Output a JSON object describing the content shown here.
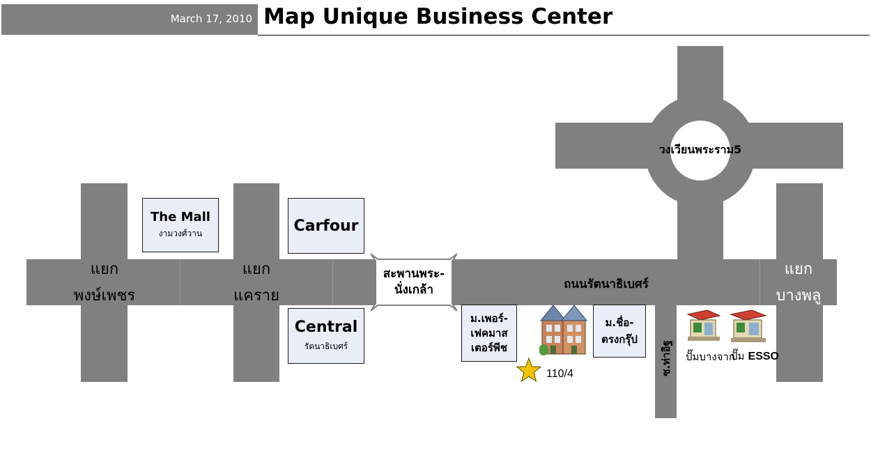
{
  "header": {
    "date": "March 17, 2010",
    "title": "Map Unique Business Center"
  },
  "places": {
    "the_mall": {
      "name": "The Mall",
      "sub": "งามวงศ์วาน"
    },
    "carfour": {
      "name": "Carfour"
    },
    "central": {
      "name": "Central",
      "sub": "รัตนาธิเบศร์"
    },
    "mperfect": {
      "line1": "ม.เพอร์-",
      "line2": "เฟคมาส",
      "line3": "เตอร์พีช"
    },
    "mchuetrong": {
      "line1": "ม.ชื่อ-",
      "line2": "ตรงกรุ๊ป"
    }
  },
  "roads": {
    "junction_pongphet": {
      "line1": "แยก",
      "line2": "พงษ์เพชร"
    },
    "junction_khae_rai": {
      "line1": "แยก",
      "line2": "แคราย"
    },
    "bridge": {
      "line1": "สะพานพระ-",
      "line2": "นั่งเกล้า"
    },
    "main_road": "ถนนรัตนาธิเบศร์",
    "junction_bang_phlu": {
      "line1": "แยก",
      "line2": "บางพลู"
    },
    "roundabout": "วงเวียนพระราม5",
    "soi": "ซ.ท่าอิฐ"
  },
  "landmarks": {
    "address": "110/4",
    "gas_bang_chak": "ปั๊มบางจาก",
    "gas_esso_prefix": "ปั๊ม",
    "gas_esso_brand": "ESSO"
  },
  "colors": {
    "road": "#808080",
    "box_fill": "#e9eef8",
    "star": "#f5c400"
  }
}
